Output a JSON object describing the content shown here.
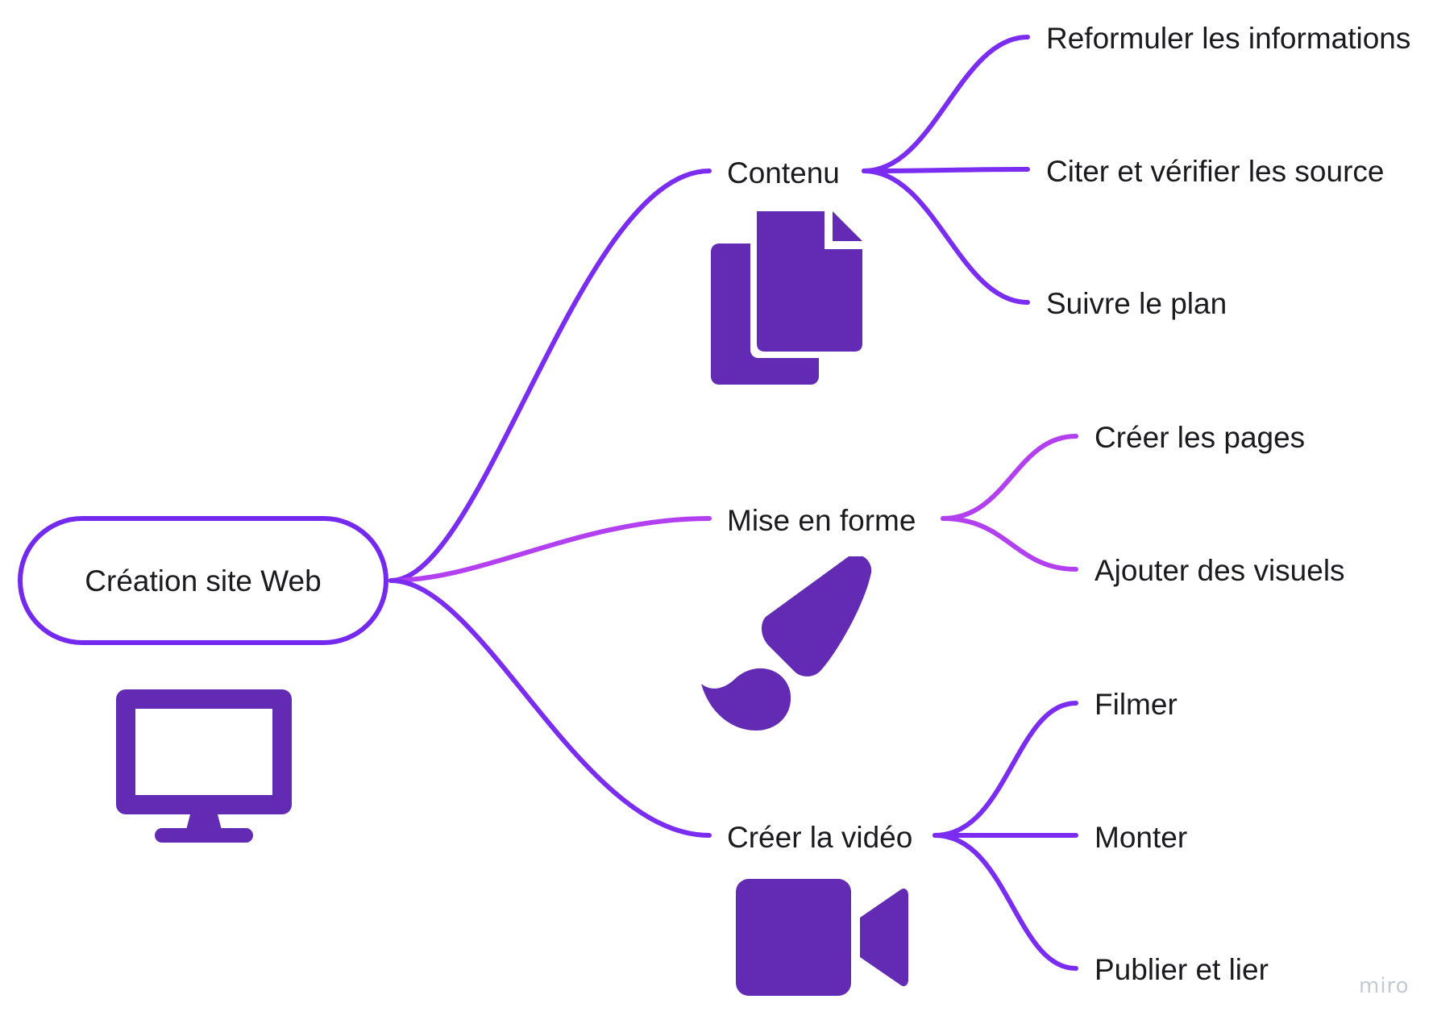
{
  "root": {
    "label": "Création site Web",
    "icon": "monitor-icon"
  },
  "branches": [
    {
      "id": "contenu",
      "label": "Contenu",
      "icon": "copy-documents-icon",
      "color": "#7a2cf0",
      "children": [
        "Reformuler les informations",
        "Citer et vérifier les source",
        "Suivre le plan"
      ]
    },
    {
      "id": "mise-en-forme",
      "label": "Mise en forme",
      "icon": "paintbrush-icon",
      "color": "#b23ff0",
      "children": [
        "Créer les pages",
        "Ajouter des visuels"
      ]
    },
    {
      "id": "video",
      "label": "Créer la vidéo",
      "icon": "video-camera-icon",
      "color": "#7a2cf0",
      "children": [
        "Filmer",
        "Monter",
        "Publier et lier"
      ]
    }
  ],
  "colors": {
    "root_border": "#7429ef",
    "icon_fill": "#632bb3"
  },
  "watermark": "miro"
}
